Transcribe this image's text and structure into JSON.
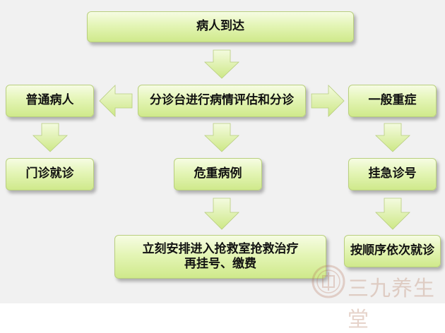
{
  "nodes": {
    "arrival": "病人到达",
    "triage": "分诊台进行病情评估和分诊",
    "normal": "普通病人",
    "outpatient": "门诊就诊",
    "critical": "危重病例",
    "rescue_line1": "立刻安排进入抢救室抢救治疗",
    "rescue_line2": "再挂号、缴费",
    "severe": "一般重症",
    "urgent": "挂急诊号",
    "order": "按顺序依次就诊"
  },
  "watermark": {
    "text": "三九养生堂"
  },
  "colors": {
    "box_top": "#f6fce3",
    "box_bottom": "#cfe98b",
    "background": "#f1f1f1"
  }
}
